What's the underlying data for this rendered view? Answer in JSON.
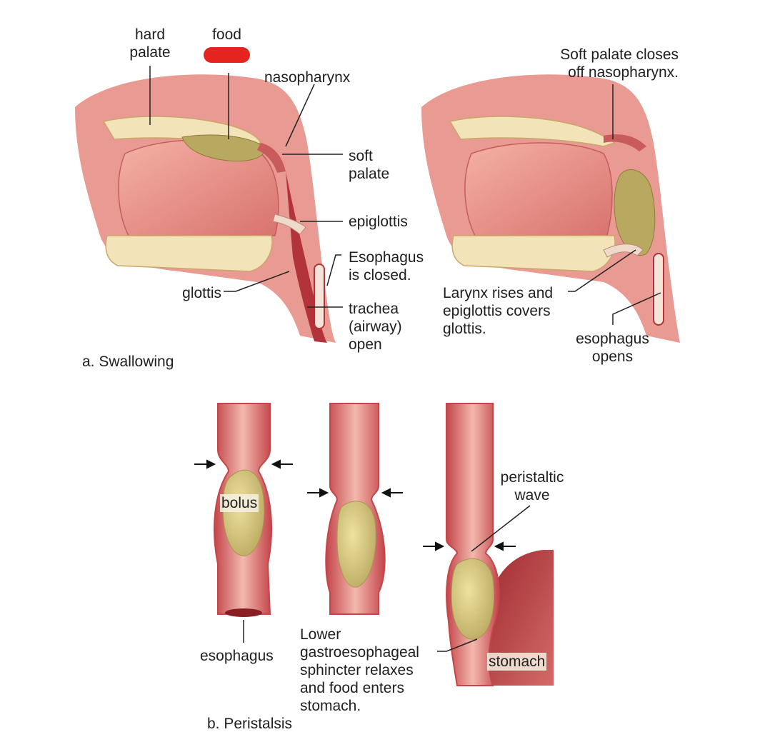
{
  "swallowing": {
    "caption": "a. Swallowing",
    "left_panel": {
      "hard_palate": "hard\npalate",
      "food": "food",
      "nasopharynx": "nasopharynx",
      "soft_palate": "soft\npalate",
      "epiglottis": "epiglottis",
      "esophagus_closed": "Esophagus\nis closed.",
      "glottis": "glottis",
      "trachea": "trachea\n(airway)\nopen"
    },
    "right_panel": {
      "soft_palate_closes": "Soft palate closes\noff nasopharynx.",
      "larynx_rises": "Larynx rises and\nepiglottis covers\nglottis.",
      "esophagus_opens": "esophagus\nopens"
    }
  },
  "peristalsis": {
    "caption": "b. Peristalsis",
    "bolus": "bolus",
    "esophagus": "esophagus",
    "sphincter_note": "Lower\ngastroesophageal\nsphincter relaxes\nand food enters\nstomach.",
    "peristaltic_wave": "peristaltic\nwave",
    "stomach": "stomach"
  },
  "colors": {
    "tissue": "#e48a84",
    "tissue_dark": "#b2333a",
    "muscle": "#ee9f94",
    "bone": "#f3e3b8",
    "food": "#b9a85f",
    "bolus": "#d9c97e",
    "marker": "#e52420",
    "line": "#222222"
  }
}
